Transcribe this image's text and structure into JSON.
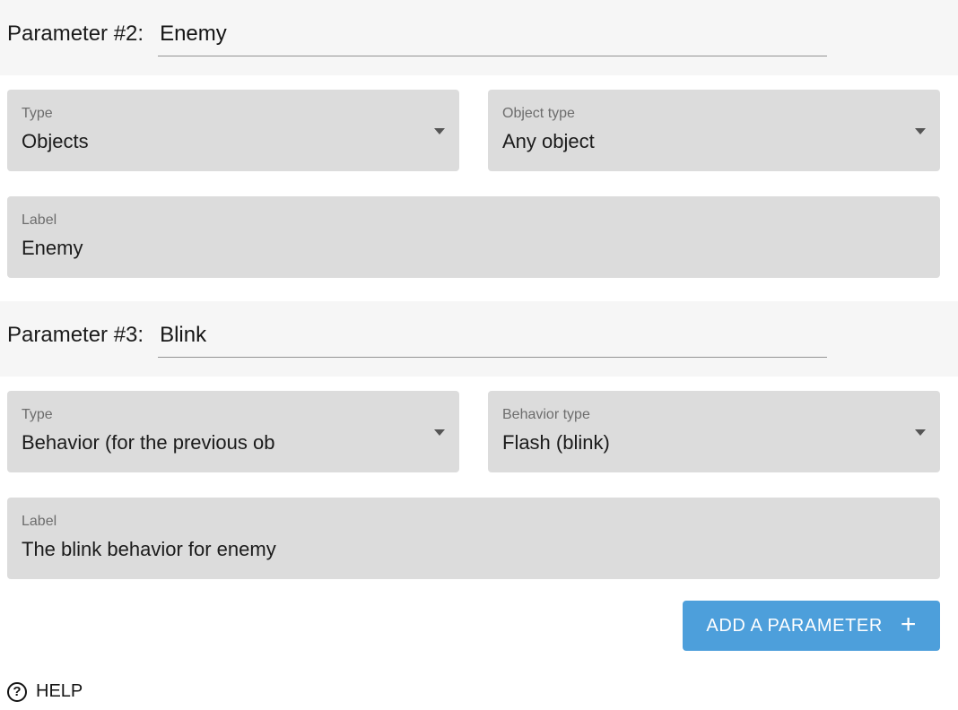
{
  "colors": {
    "accent_blue": "#4d9fdb",
    "field_background": "#dcdcdc",
    "section_header_background": "#f6f6f6"
  },
  "parameters": [
    {
      "title": "Parameter #2:",
      "name_value": "Enemy",
      "type_field": {
        "label": "Type",
        "value": "Objects"
      },
      "subtype_field": {
        "label": "Object type",
        "value": "Any object"
      },
      "label_field": {
        "label": "Label",
        "value": "Enemy"
      }
    },
    {
      "title": "Parameter #3:",
      "name_value": "Blink",
      "type_field": {
        "label": "Type",
        "value": "Behavior (for the previous ob"
      },
      "subtype_field": {
        "label": "Behavior type",
        "value": "Flash (blink)"
      },
      "label_field": {
        "label": "Label",
        "value": "The blink behavior for enemy"
      }
    }
  ],
  "icons": {
    "more_options": "vertical-dots",
    "dropdown": "caret-down",
    "plus": "+",
    "help": "?"
  },
  "add_parameter_button": {
    "label": "ADD A PARAMETER"
  },
  "help_link": {
    "label": "HELP"
  }
}
